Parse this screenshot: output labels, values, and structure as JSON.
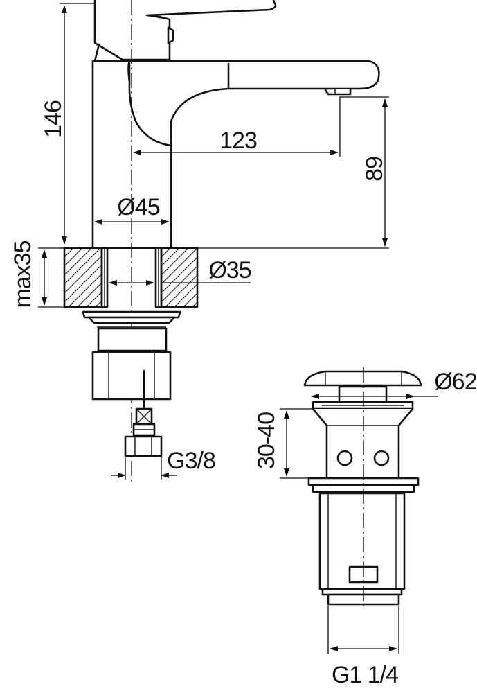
{
  "dimensions": {
    "height_total": "146",
    "spout_reach": "123",
    "spout_height": "89",
    "body_diameter": "Ø45",
    "max_counter_thickness": "max35",
    "hole_diameter": "Ø35",
    "connection_thread": "G3/8",
    "waste_cap_diameter": "Ø62",
    "waste_adjust_range": "30-40",
    "waste_thread": "G1 1/4"
  }
}
